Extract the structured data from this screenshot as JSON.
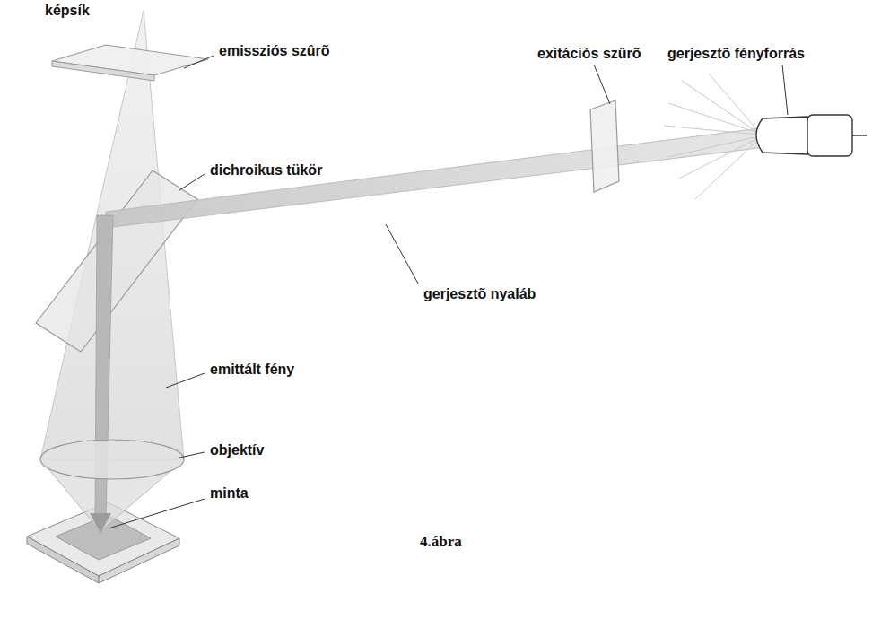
{
  "diagram": {
    "caption": "4.ábra",
    "labels": [
      "képsík",
      "emissziós szûrõ",
      "dichroikus tükör",
      "exitációs szûrõ",
      "gerjesztõ fényforrás",
      "gerjesztõ nyaláb",
      "emittált fény",
      "objektív",
      "minta"
    ]
  }
}
